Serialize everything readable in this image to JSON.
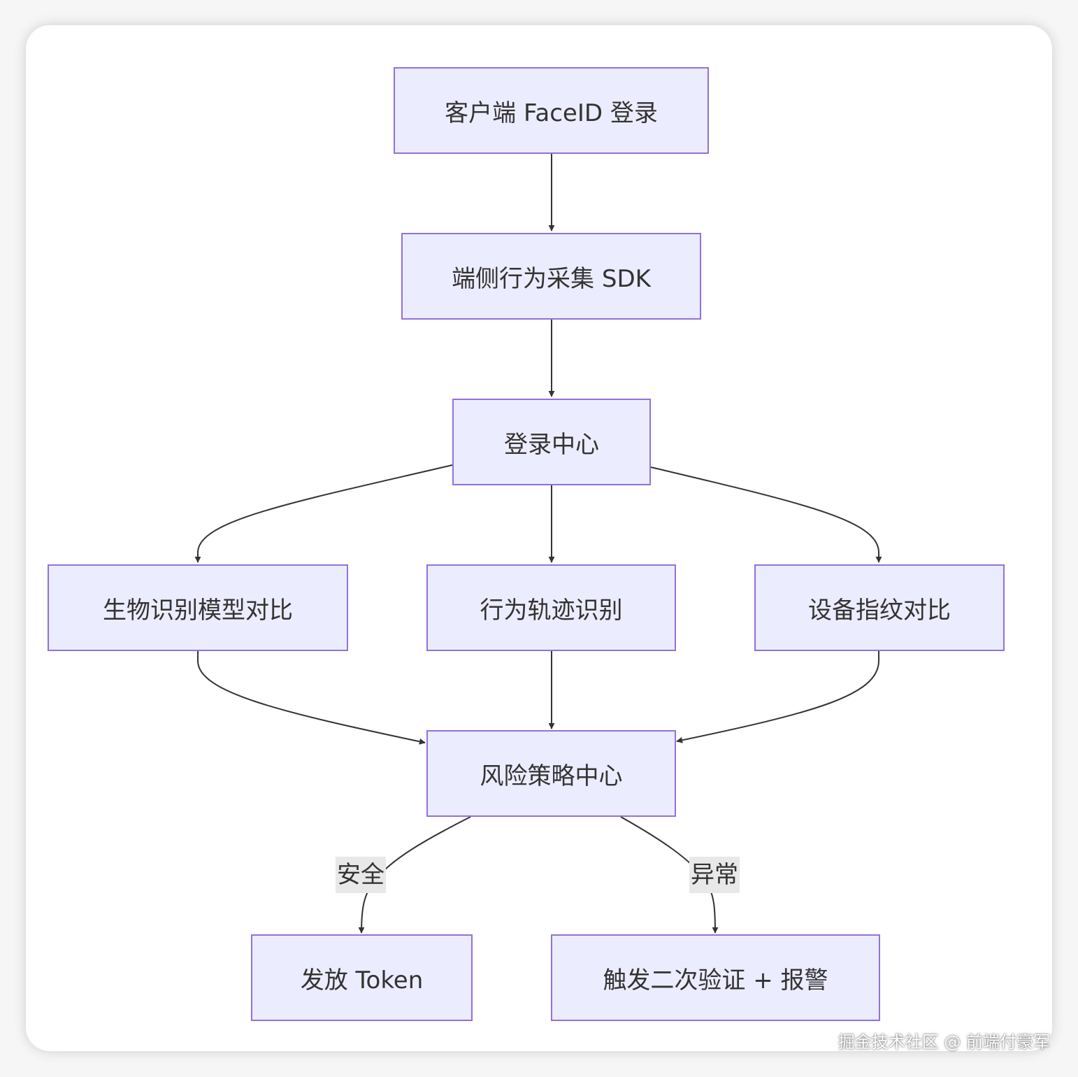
{
  "diagram": {
    "nodes": {
      "faceid_login": "客户端 FaceID 登录",
      "sdk": "端侧行为采集 SDK",
      "login_center": "登录中心",
      "biometric": "生物识别模型对比",
      "behavior": "行为轨迹识别",
      "device": "设备指纹对比",
      "risk_center": "风险策略中心",
      "issue_token": "发放 Token",
      "second_verify": "触发二次验证 + 报警"
    },
    "edges": [
      {
        "from": "faceid_login",
        "to": "sdk",
        "label": ""
      },
      {
        "from": "sdk",
        "to": "login_center",
        "label": ""
      },
      {
        "from": "login_center",
        "to": "biometric",
        "label": ""
      },
      {
        "from": "login_center",
        "to": "behavior",
        "label": ""
      },
      {
        "from": "login_center",
        "to": "device",
        "label": ""
      },
      {
        "from": "biometric",
        "to": "risk_center",
        "label": ""
      },
      {
        "from": "behavior",
        "to": "risk_center",
        "label": ""
      },
      {
        "from": "device",
        "to": "risk_center",
        "label": ""
      },
      {
        "from": "risk_center",
        "to": "issue_token",
        "label": "安全"
      },
      {
        "from": "risk_center",
        "to": "second_verify",
        "label": "异常"
      }
    ]
  },
  "watermark": "掘金技术社区 @ 前端付豪军",
  "colors": {
    "node_fill": "#ececff",
    "node_border": "#9370db",
    "edge": "#333333",
    "label_bg": "#e8e8e8"
  }
}
